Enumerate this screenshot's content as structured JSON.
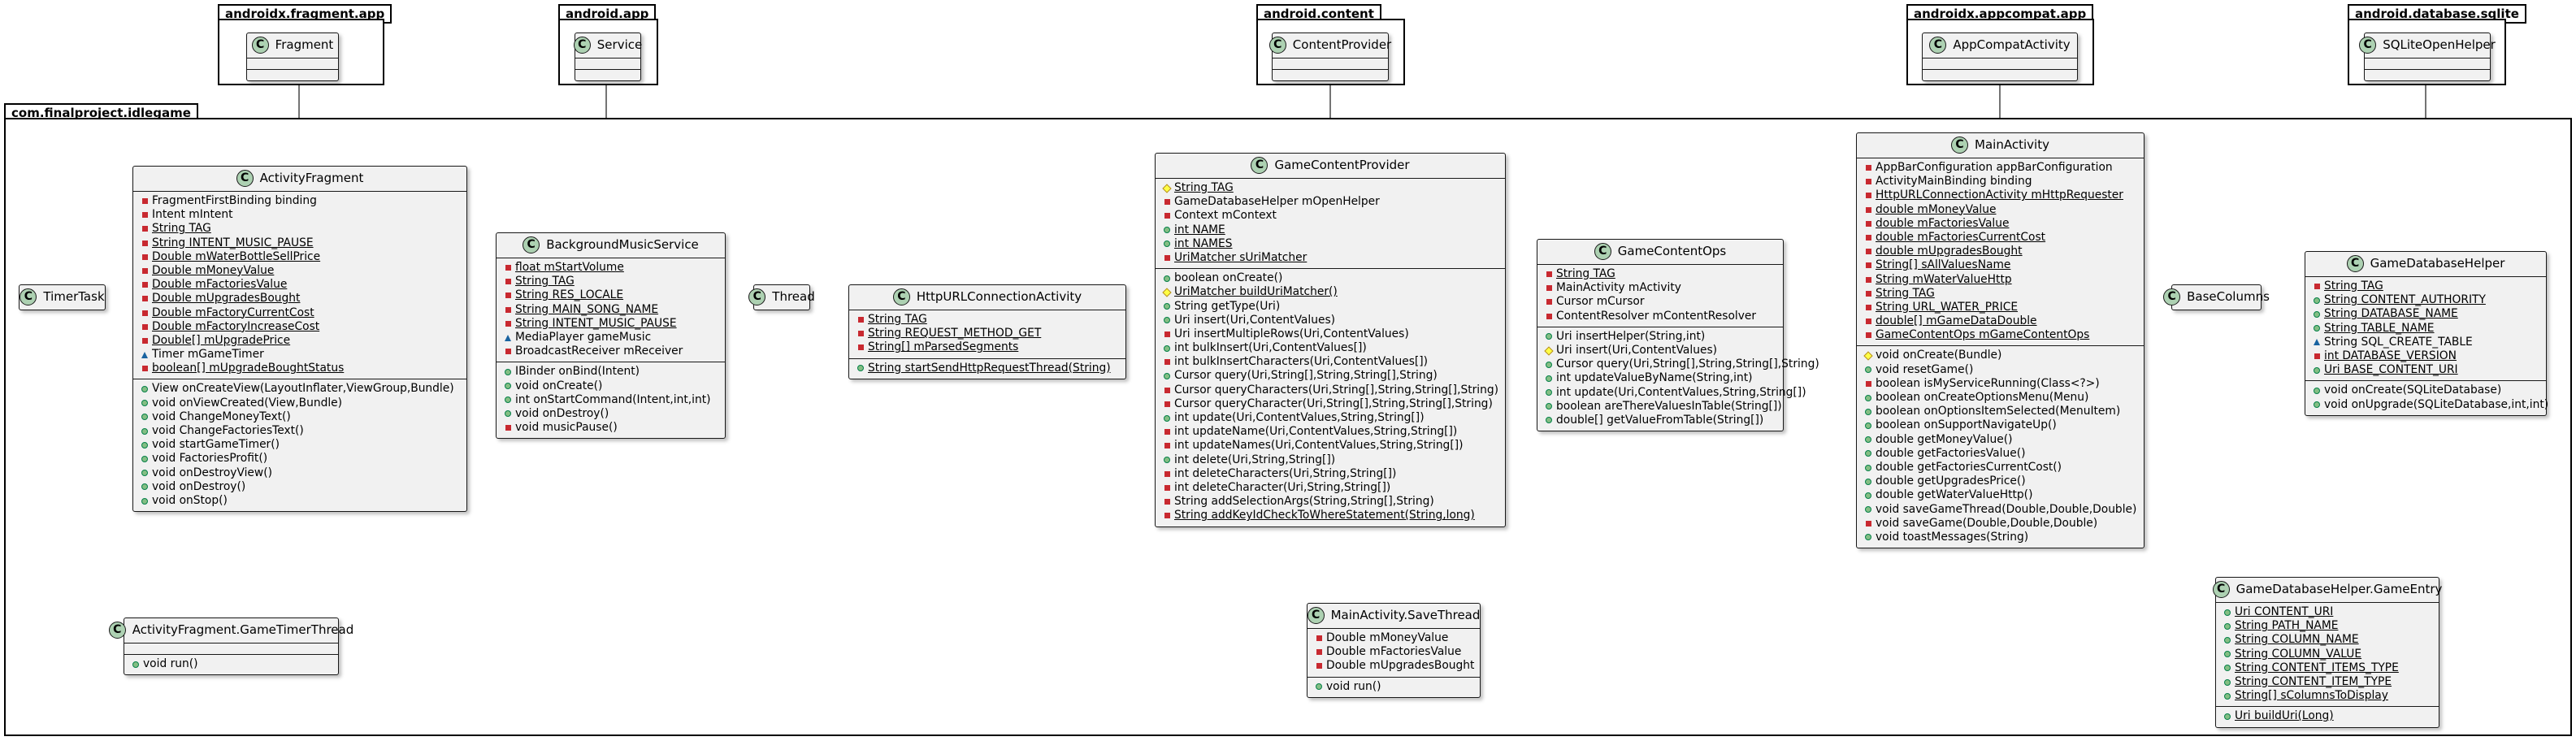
{
  "packages": {
    "fragment": "androidx.fragment.app",
    "app": "android.app",
    "content": "android.content",
    "appcompat": "androidx.appcompat.app",
    "sqlite": "android.database.sqlite",
    "main": "com.finalproject.idlegame"
  },
  "classes": {
    "Fragment": {
      "name": "Fragment",
      "fields": [],
      "methods": []
    },
    "Service": {
      "name": "Service",
      "fields": [],
      "methods": []
    },
    "ContentProvider": {
      "name": "ContentProvider",
      "fields": [],
      "methods": []
    },
    "AppCompatActivity": {
      "name": "AppCompatActivity",
      "fields": [],
      "methods": []
    },
    "SQLiteOpenHelper": {
      "name": "SQLiteOpenHelper",
      "fields": [],
      "methods": []
    },
    "TimerTask": {
      "name": "TimerTask"
    },
    "Thread": {
      "name": "Thread"
    },
    "BaseColumns": {
      "name": "BaseColumns"
    },
    "ActivityFragment": {
      "name": "ActivityFragment",
      "fields": [
        {
          "vis": "priv",
          "text": "FragmentFirstBinding binding",
          "static": false
        },
        {
          "vis": "priv",
          "text": "Intent mIntent",
          "static": false
        },
        {
          "vis": "priv",
          "text": "String TAG",
          "static": true
        },
        {
          "vis": "priv",
          "text": "String INTENT_MUSIC_PAUSE",
          "static": true
        },
        {
          "vis": "priv",
          "text": "Double mWaterBottleSellPrice",
          "static": true
        },
        {
          "vis": "priv",
          "text": "Double mMoneyValue",
          "static": true
        },
        {
          "vis": "priv",
          "text": "Double mFactoriesValue",
          "static": true
        },
        {
          "vis": "priv",
          "text": "Double mUpgradesBought",
          "static": true
        },
        {
          "vis": "priv",
          "text": "Double mFactoryCurrentCost",
          "static": true
        },
        {
          "vis": "priv",
          "text": "Double mFactoryIncreaseCost",
          "static": true
        },
        {
          "vis": "priv",
          "text": "Double[] mUpgradePrice",
          "static": true
        },
        {
          "vis": "pkg",
          "text": "Timer mGameTimer",
          "static": false
        },
        {
          "vis": "priv",
          "text": "boolean[] mUpgradeBoughtStatus",
          "static": true
        }
      ],
      "methods": [
        {
          "vis": "pub",
          "text": "View onCreateView(LayoutInflater,ViewGroup,Bundle)",
          "static": false
        },
        {
          "vis": "pub",
          "text": "void onViewCreated(View,Bundle)",
          "static": false
        },
        {
          "vis": "pub",
          "text": "void ChangeMoneyText()",
          "static": false
        },
        {
          "vis": "pub",
          "text": "void ChangeFactoriesText()",
          "static": false
        },
        {
          "vis": "pub",
          "text": "void startGameTimer()",
          "static": false
        },
        {
          "vis": "pub",
          "text": "void FactoriesProfit()",
          "static": false
        },
        {
          "vis": "pub",
          "text": "void onDestroyView()",
          "static": false
        },
        {
          "vis": "pub",
          "text": "void onDestroy()",
          "static": false
        },
        {
          "vis": "pub",
          "text": "void onStop()",
          "static": false
        }
      ]
    },
    "GameTimerThread": {
      "name": "ActivityFragment.GameTimerThread",
      "fields": [],
      "methods": [
        {
          "vis": "pub",
          "text": "void run()",
          "static": false
        }
      ]
    },
    "BackgroundMusicService": {
      "name": "BackgroundMusicService",
      "fields": [
        {
          "vis": "priv",
          "text": "float mStartVolume",
          "static": true
        },
        {
          "vis": "priv",
          "text": "String TAG",
          "static": true
        },
        {
          "vis": "priv",
          "text": "String RES_LOCALE",
          "static": true
        },
        {
          "vis": "priv",
          "text": "String MAIN_SONG_NAME",
          "static": true
        },
        {
          "vis": "priv",
          "text": "String INTENT_MUSIC_PAUSE",
          "static": true
        },
        {
          "vis": "pkg",
          "text": "MediaPlayer gameMusic",
          "static": false
        },
        {
          "vis": "priv",
          "text": "BroadcastReceiver mReceiver",
          "static": false
        }
      ],
      "methods": [
        {
          "vis": "pub",
          "text": "IBinder onBind(Intent)",
          "static": false
        },
        {
          "vis": "pub",
          "text": "void onCreate()",
          "static": false
        },
        {
          "vis": "pub",
          "text": "int onStartCommand(Intent,int,int)",
          "static": false
        },
        {
          "vis": "pub",
          "text": "void onDestroy()",
          "static": false
        },
        {
          "vis": "privop",
          "text": "void musicPause()",
          "static": false
        }
      ]
    },
    "HttpURLConnectionActivity": {
      "name": "HttpURLConnectionActivity",
      "fields": [
        {
          "vis": "priv",
          "text": "String TAG",
          "static": true
        },
        {
          "vis": "priv",
          "text": "String REQUEST_METHOD_GET",
          "static": true
        },
        {
          "vis": "priv",
          "text": "String[] mParsedSegments",
          "static": true
        }
      ],
      "methods": [
        {
          "vis": "pub",
          "text": "String startSendHttpRequestThread(String)",
          "static": true
        }
      ]
    },
    "GameContentProvider": {
      "name": "GameContentProvider",
      "fields": [
        {
          "vis": "prot",
          "text": "String TAG",
          "static": true
        },
        {
          "vis": "priv",
          "text": "GameDatabaseHelper mOpenHelper",
          "static": false
        },
        {
          "vis": "priv",
          "text": "Context mContext",
          "static": false
        },
        {
          "vis": "pub",
          "text": "int NAME",
          "static": true
        },
        {
          "vis": "pub",
          "text": "int NAMES",
          "static": true
        },
        {
          "vis": "priv",
          "text": "UriMatcher sUriMatcher",
          "static": true
        }
      ],
      "methods": [
        {
          "vis": "pub",
          "text": "boolean onCreate()",
          "static": false
        },
        {
          "vis": "prot",
          "text": "UriMatcher buildUriMatcher()",
          "static": true
        },
        {
          "vis": "pub",
          "text": "String getType(Uri)",
          "static": false
        },
        {
          "vis": "pub",
          "text": "Uri insert(Uri,ContentValues)",
          "static": false
        },
        {
          "vis": "privop",
          "text": "Uri insertMultipleRows(Uri,ContentValues)",
          "static": false
        },
        {
          "vis": "pub",
          "text": "int bulkInsert(Uri,ContentValues[])",
          "static": false
        },
        {
          "vis": "privop",
          "text": "int bulkInsertCharacters(Uri,ContentValues[])",
          "static": false
        },
        {
          "vis": "pub",
          "text": "Cursor query(Uri,String[],String,String[],String)",
          "static": false
        },
        {
          "vis": "privop",
          "text": "Cursor queryCharacters(Uri,String[],String,String[],String)",
          "static": false
        },
        {
          "vis": "privop",
          "text": "Cursor queryCharacter(Uri,String[],String,String[],String)",
          "static": false
        },
        {
          "vis": "pub",
          "text": "int update(Uri,ContentValues,String,String[])",
          "static": false
        },
        {
          "vis": "privop",
          "text": "int updateName(Uri,ContentValues,String,String[])",
          "static": false
        },
        {
          "vis": "privop",
          "text": "int updateNames(Uri,ContentValues,String,String[])",
          "static": false
        },
        {
          "vis": "pub",
          "text": "int delete(Uri,String,String[])",
          "static": false
        },
        {
          "vis": "privop",
          "text": "int deleteCharacters(Uri,String,String[])",
          "static": false
        },
        {
          "vis": "privop",
          "text": "int deleteCharacter(Uri,String,String[])",
          "static": false
        },
        {
          "vis": "privop",
          "text": "String addSelectionArgs(String,String[],String)",
          "static": false
        },
        {
          "vis": "privop",
          "text": "String addKeyIdCheckToWhereStatement(String,long)",
          "static": true
        }
      ]
    },
    "GameContentOps": {
      "name": "GameContentOps",
      "fields": [
        {
          "vis": "priv",
          "text": "String TAG",
          "static": true
        },
        {
          "vis": "priv",
          "text": "MainActivity mActivity",
          "static": false
        },
        {
          "vis": "priv",
          "text": "Cursor mCursor",
          "static": false
        },
        {
          "vis": "priv",
          "text": "ContentResolver mContentResolver",
          "static": false
        }
      ],
      "methods": [
        {
          "vis": "pub",
          "text": "Uri insertHelper(String,int)",
          "static": false
        },
        {
          "vis": "prot",
          "text": "Uri insert(Uri,ContentValues)",
          "static": false
        },
        {
          "vis": "pub",
          "text": "Cursor query(Uri,String[],String,String[],String)",
          "static": false
        },
        {
          "vis": "pub",
          "text": "int updateValueByName(String,int)",
          "static": false
        },
        {
          "vis": "pub",
          "text": "int update(Uri,ContentValues,String,String[])",
          "static": false
        },
        {
          "vis": "pub",
          "text": "boolean areThereValuesInTable(String[])",
          "static": false
        },
        {
          "vis": "pub",
          "text": "double[] getValueFromTable(String[])",
          "static": false
        }
      ]
    },
    "MainActivity": {
      "name": "MainActivity",
      "fields": [
        {
          "vis": "priv",
          "text": "AppBarConfiguration appBarConfiguration",
          "static": false
        },
        {
          "vis": "priv",
          "text": "ActivityMainBinding binding",
          "static": false
        },
        {
          "vis": "priv",
          "text": "HttpURLConnectionActivity mHttpRequester",
          "static": true
        },
        {
          "vis": "priv",
          "text": "double mMoneyValue",
          "static": true
        },
        {
          "vis": "priv",
          "text": "double mFactoriesValue",
          "static": true
        },
        {
          "vis": "priv",
          "text": "double mFactoriesCurrentCost",
          "static": true
        },
        {
          "vis": "priv",
          "text": "double mUpgradesBought",
          "static": true
        },
        {
          "vis": "priv",
          "text": "String[] sAllValuesName",
          "static": true
        },
        {
          "vis": "priv",
          "text": "String mWaterValueHttp",
          "static": true
        },
        {
          "vis": "priv",
          "text": "String TAG",
          "static": true
        },
        {
          "vis": "priv",
          "text": "String URL_WATER_PRICE",
          "static": true
        },
        {
          "vis": "priv",
          "text": "double[] mGameDataDouble",
          "static": true
        },
        {
          "vis": "priv",
          "text": "GameContentOps mGameContentOps",
          "static": true
        }
      ],
      "methods": [
        {
          "vis": "prot",
          "text": "void onCreate(Bundle)",
          "static": false
        },
        {
          "vis": "pub",
          "text": "void resetGame()",
          "static": false
        },
        {
          "vis": "privop",
          "text": "boolean isMyServiceRunning(Class<?>)",
          "static": false
        },
        {
          "vis": "pub",
          "text": "boolean onCreateOptionsMenu(Menu)",
          "static": false
        },
        {
          "vis": "pub",
          "text": "boolean onOptionsItemSelected(MenuItem)",
          "static": false
        },
        {
          "vis": "pub",
          "text": "boolean onSupportNavigateUp()",
          "static": false
        },
        {
          "vis": "pub",
          "text": "double getMoneyValue()",
          "static": false
        },
        {
          "vis": "pub",
          "text": "double getFactoriesValue()",
          "static": false
        },
        {
          "vis": "pub",
          "text": "double getFactoriesCurrentCost()",
          "static": false
        },
        {
          "vis": "pub",
          "text": "double getUpgradesPrice()",
          "static": false
        },
        {
          "vis": "pub",
          "text": "double getWaterValueHttp()",
          "static": false
        },
        {
          "vis": "pub",
          "text": "void saveGameThread(Double,Double,Double)",
          "static": false
        },
        {
          "vis": "privop",
          "text": "void saveGame(Double,Double,Double)",
          "static": false
        },
        {
          "vis": "pub",
          "text": "void toastMessages(String)",
          "static": false
        }
      ]
    },
    "SaveThread": {
      "name": "MainActivity.SaveThread",
      "fields": [
        {
          "vis": "priv",
          "text": "Double mMoneyValue",
          "static": false
        },
        {
          "vis": "priv",
          "text": "Double mFactoriesValue",
          "static": false
        },
        {
          "vis": "priv",
          "text": "Double mUpgradesBought",
          "static": false
        }
      ],
      "methods": [
        {
          "vis": "pub",
          "text": "void run()",
          "static": false
        }
      ]
    },
    "GameDatabaseHelper": {
      "name": "GameDatabaseHelper",
      "fields": [
        {
          "vis": "priv",
          "text": "String TAG",
          "static": true
        },
        {
          "vis": "pub",
          "text": "String CONTENT_AUTHORITY",
          "static": true
        },
        {
          "vis": "pub",
          "text": "String DATABASE_NAME",
          "static": true
        },
        {
          "vis": "pub",
          "text": "String TABLE_NAME",
          "static": true
        },
        {
          "vis": "pkg",
          "text": "String SQL_CREATE_TABLE",
          "static": false
        },
        {
          "vis": "priv",
          "text": "int DATABASE_VERSION",
          "static": true
        },
        {
          "vis": "pub",
          "text": "Uri BASE_CONTENT_URI",
          "static": true
        }
      ],
      "methods": [
        {
          "vis": "pub",
          "text": "void onCreate(SQLiteDatabase)",
          "static": false
        },
        {
          "vis": "pub",
          "text": "void onUpgrade(SQLiteDatabase,int,int)",
          "static": false
        }
      ]
    },
    "GameEntry": {
      "name": "GameDatabaseHelper.GameEntry",
      "fields": [
        {
          "vis": "pub",
          "text": "Uri CONTENT_URI",
          "static": true
        },
        {
          "vis": "pub",
          "text": "String PATH_NAME",
          "static": true
        },
        {
          "vis": "pub",
          "text": "String COLUMN_NAME",
          "static": true
        },
        {
          "vis": "pub",
          "text": "String COLUMN_VALUE",
          "static": true
        },
        {
          "vis": "pub",
          "text": "String CONTENT_ITEMS_TYPE",
          "static": true
        },
        {
          "vis": "pub",
          "text": "String CONTENT_ITEM_TYPE",
          "static": true
        },
        {
          "vis": "pub",
          "text": "String[] sColumnsToDisplay",
          "static": true
        }
      ],
      "methods": [
        {
          "vis": "pub",
          "text": "Uri buildUri(Long)",
          "static": true
        }
      ]
    }
  }
}
